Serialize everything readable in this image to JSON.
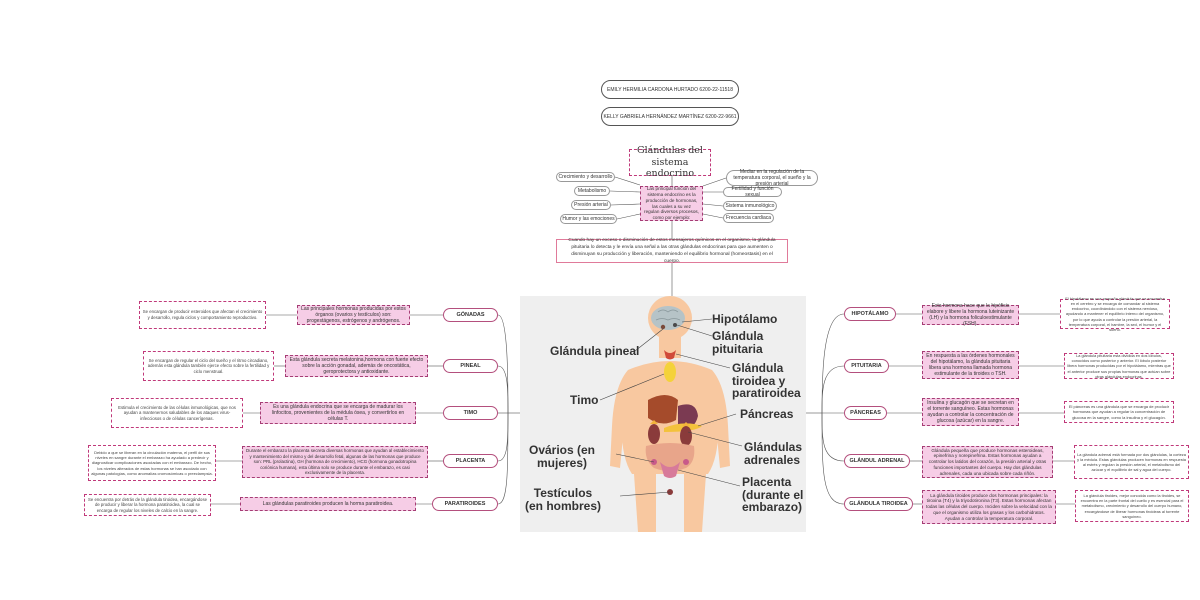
{
  "students": [
    "EMILY HERMILIA CARDONA HURTADO 6200-22-11518",
    "KELLY GABRIELA HERNÁNDEZ MARTÍNEZ 6200-22-9661"
  ],
  "title": "Glándulas del sistema endocrino",
  "function_text": "Las principal función del sistema endocrino es la producción de hormonas, las cuales a su vez regulan diversos procesos, como por ejemplo:",
  "processes_left": [
    "Crecimiento y desarrollo",
    "Metabolismo",
    "Presión arterial",
    "Humor y las emociones"
  ],
  "processes_right": [
    "Mediar en la regulación de la temperatura corporal, el sueño y la presión arterial",
    "Fertilidad y función sexual",
    "Sistema inmunológico",
    "Frecuencia cardiaca"
  ],
  "info_text": "Cuando hay un exceso o disminución de estos mensajeros químicos en el organismo, la glándula pituitaria lo detecta y le envía una señal a las otras glándulas endocrinas para que aumenten o disminuyan su producción y liberación, manteniendo el equilibrio hormonal (homeostasis) en el cuerpo.",
  "image_labels": {
    "hipotalamo": "Hipotálamo",
    "pituitaria": "Glándula pituitaria",
    "pineal": "Glándula pineal",
    "tiroidea": "Glándula tiroidea y paratiroidea",
    "timo": "Timo",
    "pancreas": "Páncreas",
    "ovarios": "Ovários (en mujeres)",
    "adrenales": "Glándulas adrenales",
    "placenta": "Placenta (durante el embarazo)",
    "testiculos": "Testículos (en hombres)"
  },
  "left_glands": [
    {
      "name": "GÓNADAS",
      "summary": "Las principales hormonas producidas por estos órganos (ovarios y testículos) son: progestágenos, estrógenos y andrógenos.",
      "detail": "Se encargan de producir esteroides que afectan el crecimiento y desarrollo, regula ciclos y comportamiento reproductivo."
    },
    {
      "name": "PINEAL",
      "summary": "Esta glándula secreta melatonina,hormona con fuerte efecto sobre la acción gonadal, además de oncostática, geroprotectora y antioxidante.",
      "detail": "Se encargan de regular el ciclo del sueño y el ritmo circadiano, además esta glándula también ejerce efecto sobre la fertilidad y ciclo menstrual."
    },
    {
      "name": "TIMO",
      "summary": "Es una glándula endocrina que se encarga de madurar los linfocitos, provenientes de la médula ósea, y convertirlos en células T.",
      "detail": "Estimula el crecimiento de las células inmunológicas, que nos ayudan a mantenernos saludables de los ataques virus-infecciosos o de células cancerígenas."
    },
    {
      "name": "PLACENTA",
      "summary": "Durante el embarazo la placenta secreta diversas hormonas que ayudan al establecimiento y mantenimiento del mismo y del desarrollo fetal, algunas de las hormonas que produce son: PRL (prolactina), GH (hormona de crecimiento), HCG (hormona gonadotropina coriónica humana), esta última solo se produce durante el embarazo, es casi exclusivamente de la placenta.",
      "detail": "Debido a que se liberan en la circulación materna, el perfil de sus niveles en sangre durante el embarazo ha ayudado a predecir y diagnosticar complicaciones asociadas con el embarazo. De hecho, los niveles alterados de estas hormonas se han asociado con algunas patologías, como anomalías cromosómicas o preeclampsia."
    },
    {
      "name": "PARATIROIDES",
      "summary": "Las glándulas paratiroides producen la horma paratiroidea.",
      "detail": "Se encuentra por detrás de la glándula tiroidea, encargándose de producir y liberar la hormona paratiroidea, la cual se encarga de regular los niveles de calcio en la sangre."
    }
  ],
  "right_glands": [
    {
      "name": "HIPOTÁLAMO",
      "summary": "Esta hormona hace que la hipófisis elabore y libere la hormona luteinizante (LH) y la hormona foliculoestimulante (FSH).",
      "detail": "El hipotálamo es una pequeña glándula que se encuentra en el cerebro y se encarga de comandar al sistema endocrino, coordinándolo con el sistema nervioso, ayudando a mantener el equilibrio interno del organismo, por lo que ayuda a controlar la presión arterial, la temperatura corporal, el hambre, la sed, el humor y el sueño."
    },
    {
      "name": "PITUITARIA",
      "summary": "En respuesta a las órdenes hormonales del hipotálamo, la glándula pituitaria libera una hormona llamada hormona estimulante de la tiroides o TSH.",
      "detail": "La glándula pituitaria esta dividida en dos lóbulos, conocidos como posterior y anterior. El lóbulo posterior libera hormonas producidas por el hipotálamo, mientras que el anterior produce sus propias hormonas que actúan sobre otras glándulas endocrinas."
    },
    {
      "name": "PÁNCREAS",
      "summary": "Insulina y glucagón que se secretan en el torrente sanguíneo. Estas hormonas ayudan a controlar la concentración de glucosa (azúcar) en la sangre.",
      "detail": "El páncreas es una glándula que se encarga de producir hormonas que ayudan a regular la concentración de glucosa en la sangre, como la insulina y el glucagón."
    },
    {
      "name": "GLÁNDUL ADRENAL",
      "summary": "Glándula pequeña que produce hormonas esteroideas, epinefrina y norepinefrina. Estas hormonas ayudan a controlar los latidos del corazón, la presión arterial y otras funciones importantes del cuerpo. Hay dos glándulas adrenales, cada una ubicada sobre cada riñón.",
      "detail": "La glándula adrenal está formada por dos glándulas, la corteza y la médula. Estas glándulas producen hormonas en respuesta al estrés y regulan la presión arterial, el metabolismo del azúcar y el equilibrio de sal y agua del cuerpo."
    },
    {
      "name": "GLÁNDULA TIROIDEA",
      "summary": "La glándula tiroides produce dos hormonas principales: la tiroxina (T4) y la triyodotironina (T3). Estas hormonas afectan todas las células del cuerpo. Inciden sobre la velocidad con la que el organismo utiliza los grasas y los carbohidratos. Ayudan a controlar la temperatura corporal.",
      "detail": "La glándula tiroides, mejor conocida como la tiroides, se encuentra en la parte frontal del cuello y es esencial para el metabolismo, crecimiento y desarrollo del cuerpo humano, encargándose de liberar hormonas tiroideas al torrente sanguíneo."
    }
  ]
}
